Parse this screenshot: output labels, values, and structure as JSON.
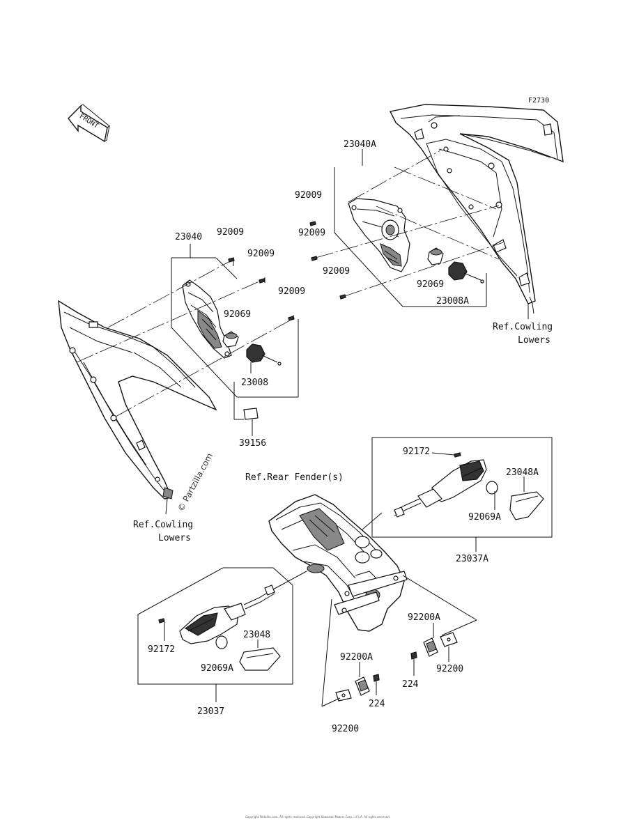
{
  "figure_code": "F2730",
  "front_arrow": {
    "label": "FRONT",
    "icon": "front-direction-arrow-icon"
  },
  "watermark": "© Partzilla.com",
  "footer": "Copyright Partzilla.com. All rights reserved. Copyright Kawasaki Motors Corp., U.S.A. All rights reserved.",
  "callouts": {
    "p23040A": "23040A",
    "p92009_a": "92009",
    "p92009_b": "92009",
    "p92009_c": "92009",
    "p92069_r": "92069",
    "p23008A": "23008A",
    "ref_cowling_r_1": "Ref.Cowling",
    "ref_cowling_r_2": "Lowers",
    "p23040": "23040",
    "p92009_d": "92009",
    "p92009_e": "92009",
    "p92009_f": "92009",
    "p92069_l": "92069",
    "p23008": "23008",
    "p39156": "39156",
    "ref_cowling_l_1": "Ref.Cowling",
    "ref_cowling_l_2": "Lowers",
    "ref_rear_fender": "Ref.Rear Fender(s)",
    "p92172_r": "92172",
    "p23048A": "23048A",
    "p92069A_r": "92069A",
    "p23037A": "23037A",
    "p92172_l": "92172",
    "p23048": "23048",
    "p92069A_l": "92069A",
    "p23037": "23037",
    "p92200A_r": "92200A",
    "p224_r": "224",
    "p92200_r": "92200",
    "p92200A_l": "92200A",
    "p224_l": "224",
    "p92200_l": "92200"
  }
}
